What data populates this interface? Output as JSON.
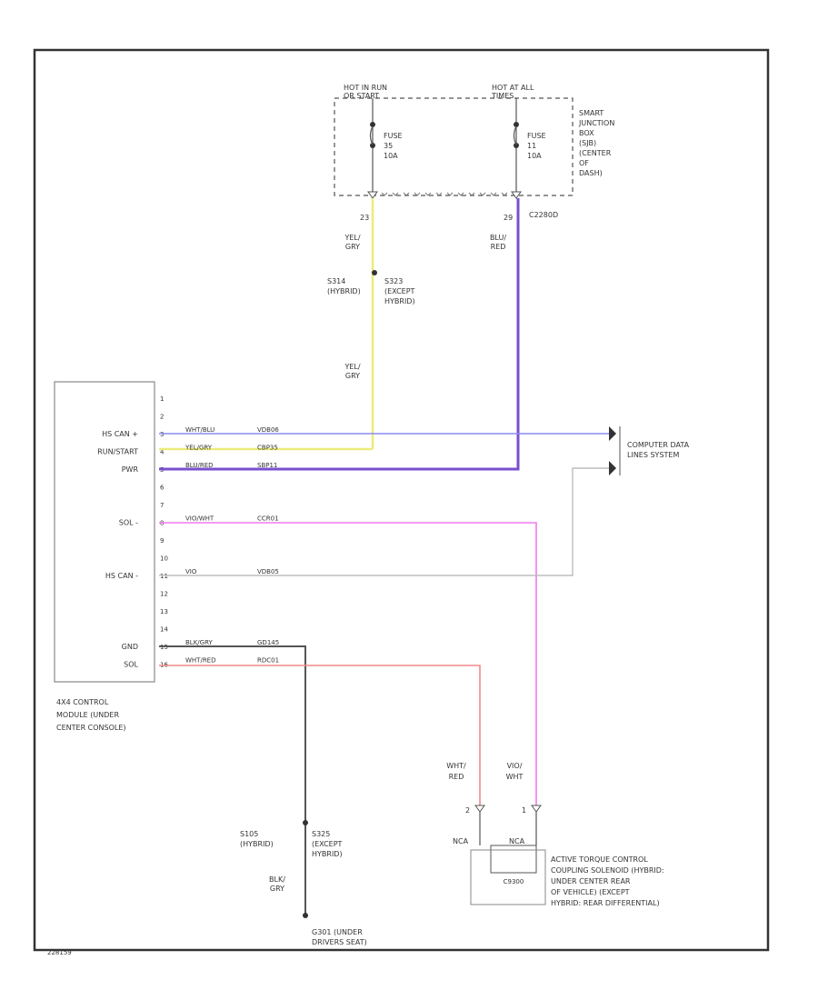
{
  "colors": {
    "frame": "#333333",
    "wire_yel_gry": "#ecec7a",
    "wire_blu_red": "#7a4fd0",
    "wire_wht_blu": "#8a8af0",
    "wire_vio_wht": "#ef7aef",
    "wire_wht_red": "#ef8a8a",
    "wire_vio": "#bdbdbd",
    "wire_blk_gry": "#555555"
  },
  "power": {
    "hot_run_label": "HOT IN RUN OR START",
    "hot_at_all_times_label": "HOT AT ALL TIMES",
    "fuse1": "FUSE 35 10A",
    "fuse2": "FUSE 11 10A",
    "sjb_label": "SMART JUNCTION BOX (SJB) (CENTER OF DASH)",
    "connector": "C2280D",
    "pin_left": "23",
    "pin_right": "29"
  },
  "wire_labels": {
    "yel_gry_top": "YEL/ GRY",
    "blu_red_top": "BLU/ RED",
    "yel_gry_mid": "YEL/ GRY",
    "splice_top_left": "S314 (HYBRID)",
    "splice_top_right": "S323 (EXCEPT HYBRID)",
    "wht_red": "WHT/ RED",
    "vio_wht": "VIO/ WHT",
    "splice_bottom_left": "S105 (HYBRID)",
    "splice_bottom_right": "S325 (EXCEPT HYBRID)",
    "blk_gry": "BLK/ GRY"
  },
  "module": {
    "pins": [
      "1",
      "2",
      "3",
      "4",
      "5",
      "6",
      "7",
      "8",
      "9",
      "10",
      "11",
      "12",
      "13",
      "14",
      "15",
      "16"
    ],
    "inside_labels": [
      {
        "text": "HS CAN +",
        "pin": 3
      },
      {
        "text": "RUN/START",
        "pin": 4
      },
      {
        "text": "PWR",
        "pin": 5
      },
      {
        "text": "SOL -",
        "pin": 8
      },
      {
        "text": "HS CAN -",
        "pin": 11
      },
      {
        "text": "GND",
        "pin": 15
      },
      {
        "text": "SOL",
        "pin": 16
      }
    ],
    "wires": [
      {
        "pin": 3,
        "color": "WHT/BLU",
        "circuit": "VDB06"
      },
      {
        "pin": 4,
        "color": "YEL/GRY",
        "circuit": "CBP35"
      },
      {
        "pin": 5,
        "color": "BLU/RED",
        "circuit": "SBP11"
      },
      {
        "pin": 8,
        "color": "VIO/WHT",
        "circuit": "CCR01"
      },
      {
        "pin": 11,
        "color": "VIO",
        "circuit": "VDB05"
      },
      {
        "pin": 15,
        "color": "BLK/GRY",
        "circuit": "GD145"
      },
      {
        "pin": 16,
        "color": "WHT/RED",
        "circuit": "RDC01"
      }
    ],
    "name": "4X4 CONTROL MODULE (UNDER CENTER CONSOLE)"
  },
  "computer_data_lines": "COMPUTER DATA LINES SYSTEM",
  "ground_label": "G301 (UNDER DRIVERS SEAT)",
  "solenoid": {
    "pin_left": "2",
    "pin_right": "1",
    "left_conn": "NCA",
    "right_conn": "NCA",
    "box_label": "C9300",
    "name": "ACTIVE TORQUE CONTROL COUPLING SOLENOID (HYBRID: UNDER CENTER REAR OF VEHICLE) (EXCEPT HYBRID: REAR DIFFERENTIAL)"
  },
  "footer_code": "228159"
}
